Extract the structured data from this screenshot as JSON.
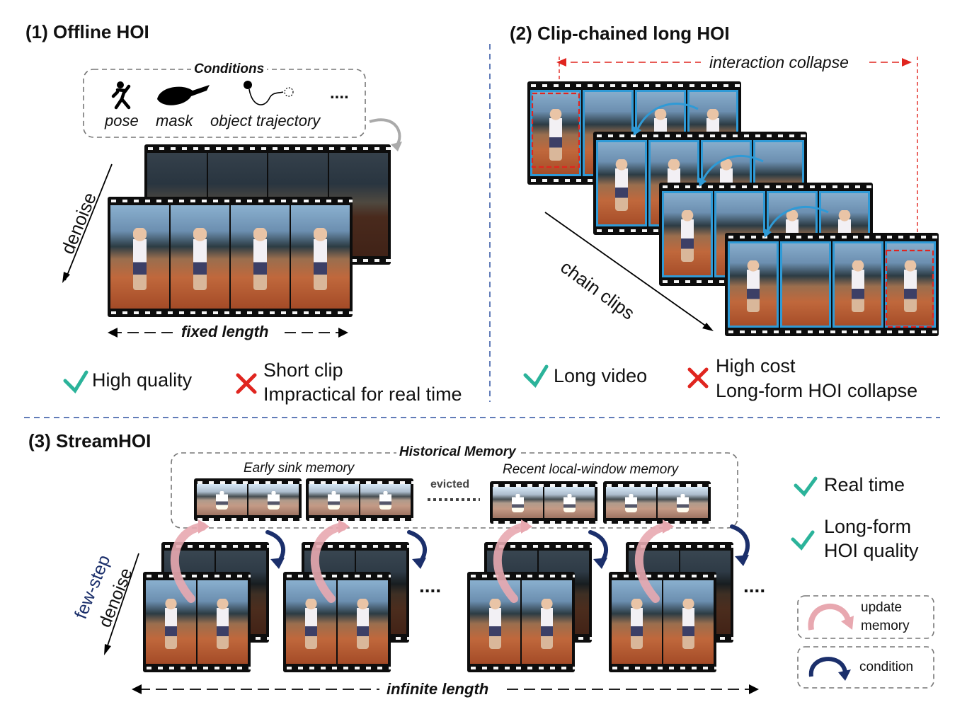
{
  "panel1": {
    "title": "(1) Offline HOI",
    "conditions_title": "Conditions",
    "conditions": [
      "pose",
      "mask",
      "object trajectory"
    ],
    "more": "....",
    "denoise": "denoise",
    "length": "fixed length",
    "pro": "High quality",
    "con_line1": "Short clip",
    "con_line2": "Impractical for real time"
  },
  "panel2": {
    "title": "(2) Clip-chained long HOI",
    "collapse": "interaction collapse",
    "chain": "chain clips",
    "pro": "Long video",
    "con_line1": "High cost",
    "con_line2": "Long-form HOI collapse"
  },
  "panel3": {
    "title": "(3) StreamHOI",
    "memory_title": "Historical Memory",
    "sink": "Early sink memory",
    "recent": "Recent local-window memory",
    "evicted": "evicted",
    "denoise_a": "few-step",
    "denoise_b": "denoise",
    "length": "infinite length",
    "more": "....",
    "pro1": "Real time",
    "pro2_line1": "Long-form",
    "pro2_line2": "HOI quality",
    "legend_update_1": "update",
    "legend_update_2": "memory",
    "legend_condition": "condition"
  },
  "colors": {
    "check": "#2bb39a",
    "cross": "#e0251f",
    "red_dash": "#e0251f",
    "blue_dash": "#2d50a0",
    "update_arrow": "#e8a8b0",
    "condition_arrow": "#1b2f6b"
  }
}
